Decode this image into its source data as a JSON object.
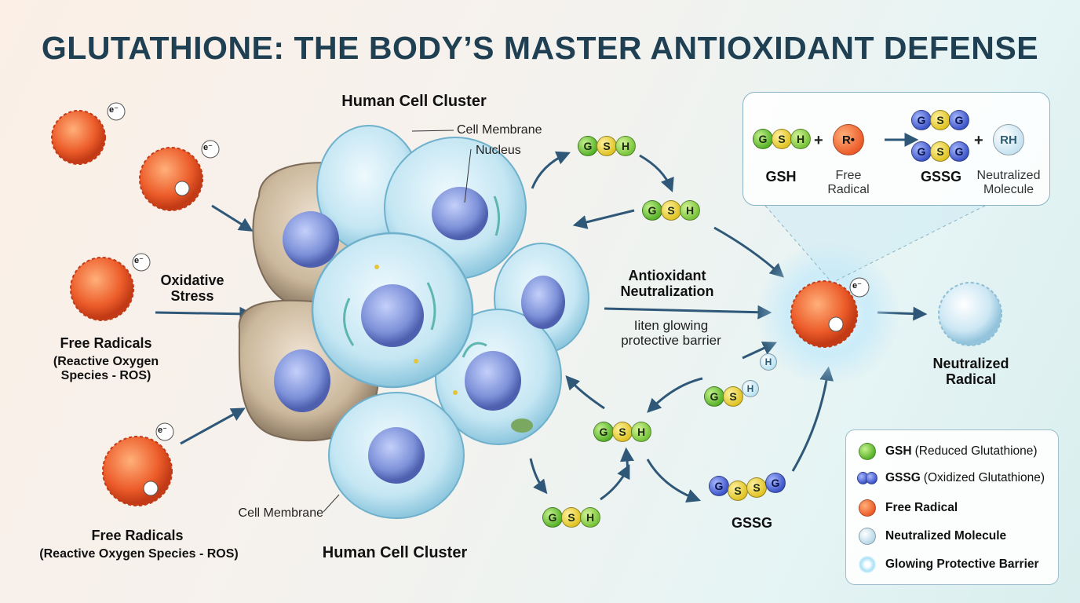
{
  "title": "GLUTATHIONE: THE BODY’S MASTER ANTIOXIDANT DEFENSE",
  "labels": {
    "cluster_top": "Human Cell Cluster",
    "cluster_bottom": "Human Cell Cluster",
    "membrane_top": "Cell Membrane",
    "nucleus": "Nucleus",
    "membrane_bottom": "Cell Membrane",
    "oxidative_stress": "Oxidative Stress",
    "free_radicals_1_title": "Free Radicals",
    "free_radicals_1_sub": "(Reactive Oxygen Species - ROS)",
    "free_radicals_2_title": "Free Radicals",
    "free_radicals_2_sub": "(Reactive Oxygen Species - ROS)",
    "antioxidant_neutralization": "Antioxidant Neutralization",
    "glowing_barrier": "Iiten glowing protective barrier",
    "neutralized_radical": "Neutralized Radical",
    "gssg_bottom": "GSSG",
    "electron": "e⁻"
  },
  "molecules": {
    "gsh": [
      "G",
      "S",
      "H"
    ],
    "gssg_letters": [
      "G",
      "S",
      "S",
      "G"
    ],
    "h": "H"
  },
  "reaction": {
    "gsh_label": "GSH",
    "radical_symbol": "R•",
    "radical_label": "Free Radical",
    "gssg_label": "GSSG",
    "product_symbol": "RH",
    "product_label": "Neutralized Molecule",
    "plus": "+"
  },
  "legend": [
    {
      "term": "GSH",
      "desc": "(Reduced Glutathione)",
      "swatch": "gsh"
    },
    {
      "term": "GSSG",
      "desc": "(Oxidized Glutathione)",
      "swatch": "gssg"
    },
    {
      "term": "Free Radical",
      "desc": "",
      "swatch": "radical"
    },
    {
      "term": "Neutralized Molecule",
      "desc": "",
      "swatch": "neutral"
    },
    {
      "term": "Glowing Protective Barrier",
      "desc": "",
      "swatch": "glow"
    }
  ],
  "colors": {
    "title": "#1f3f52",
    "arrow": "#2f5878",
    "radical": "#e8552a",
    "cell": "#bfe3f2",
    "nucleus": "#6f86d6",
    "gsh_green": "#58b32a",
    "gssg_blue": "#3d55c9"
  }
}
